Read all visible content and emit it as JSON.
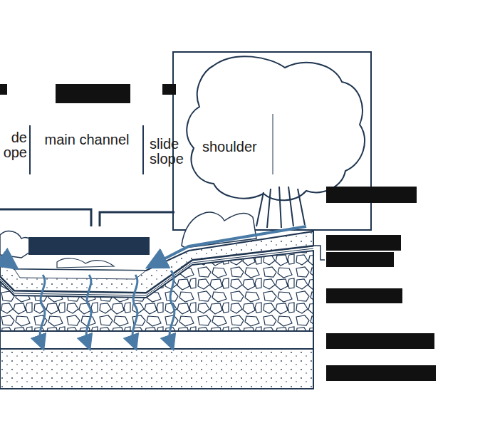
{
  "diagram": {
    "labels": [
      "de ope",
      "main channel",
      "slide slope",
      "shoulder"
    ]
  }
}
